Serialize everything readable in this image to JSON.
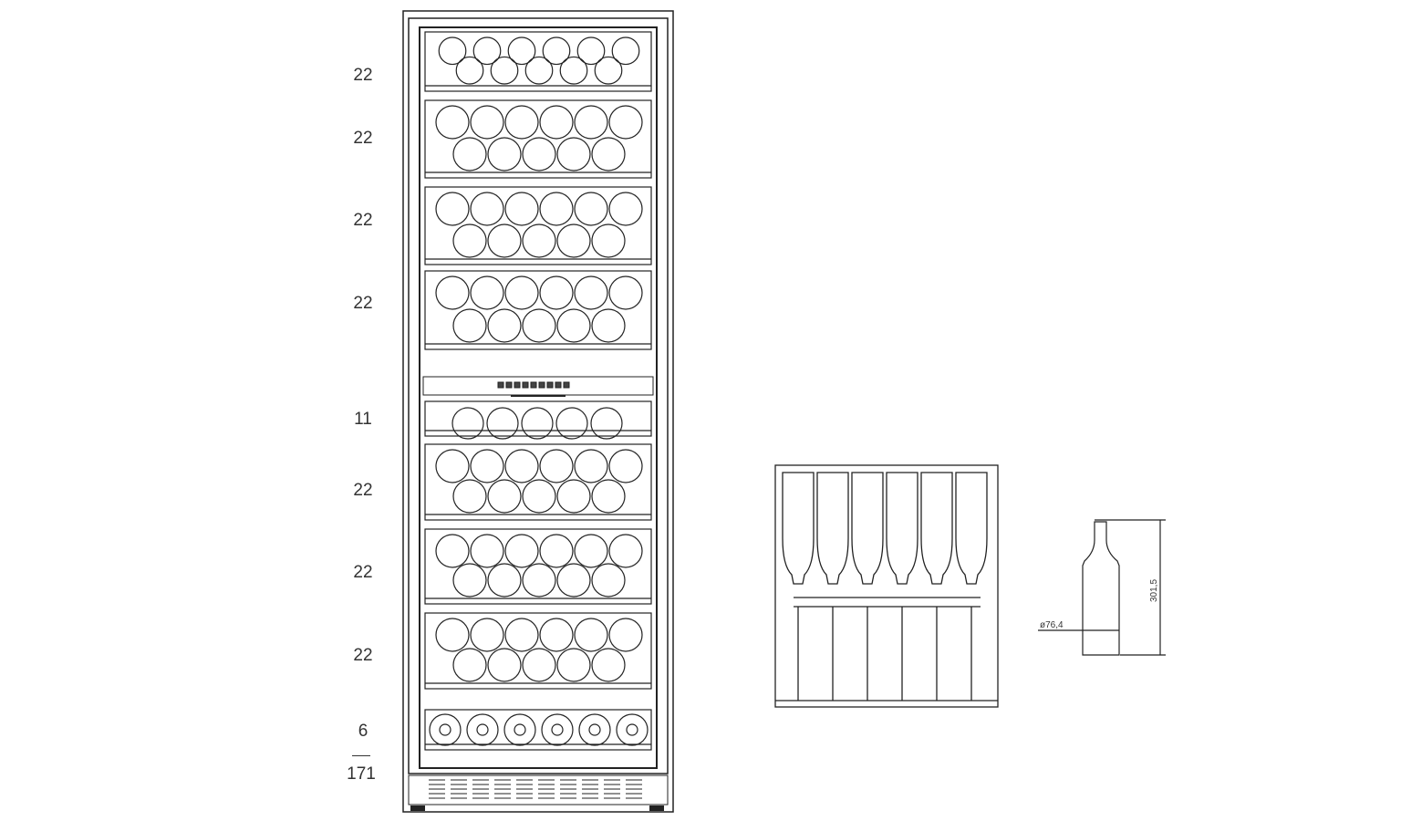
{
  "shelves": [
    {
      "count": "22"
    },
    {
      "count": "22"
    },
    {
      "count": "22"
    },
    {
      "count": "22"
    },
    {
      "count": "11"
    },
    {
      "count": "22"
    },
    {
      "count": "22"
    },
    {
      "count": "22"
    },
    {
      "count": "6"
    }
  ],
  "total": "171",
  "bottle": {
    "diameter": "ø76,4",
    "height": "301,5"
  }
}
